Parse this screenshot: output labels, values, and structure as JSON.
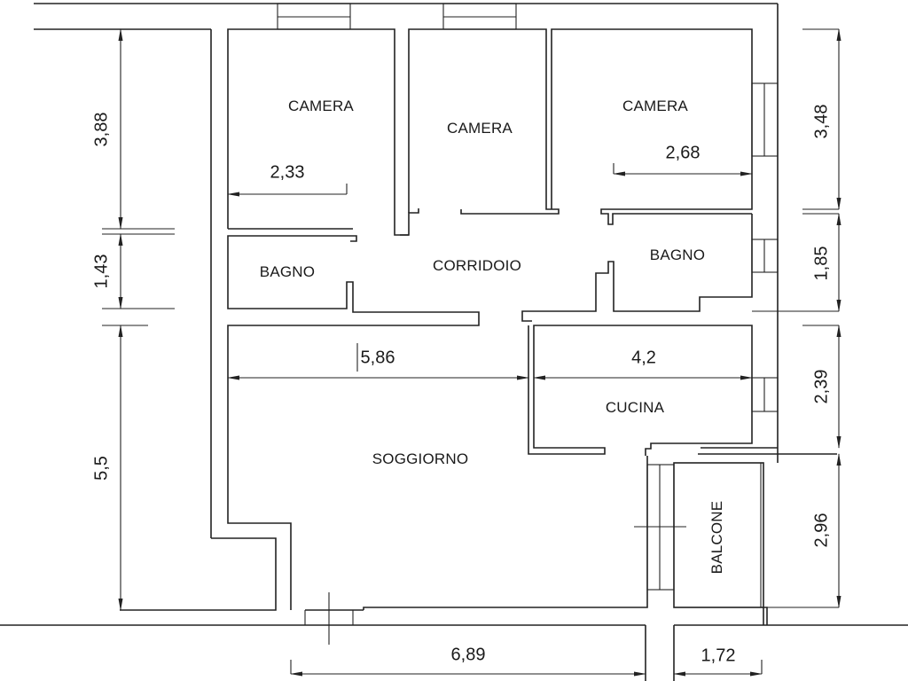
{
  "plan": {
    "rooms": {
      "camera_1": "CAMERA",
      "camera_2": "CAMERA",
      "camera_3": "CAMERA",
      "bagno_1": "BAGNO",
      "corridoio": "CORRIDOIO",
      "bagno_2": "BAGNO",
      "cucina": "CUCINA",
      "soggiorno": "SOGGIORNO",
      "balcone": "BALCONE"
    },
    "dimensions": {
      "left_camera_height": "3,88",
      "left_bagno_height": "1,43",
      "left_soggiorno_height": "5,5",
      "camera_1_width": "2,33",
      "camera_3_width": "2,68",
      "right_camera_height": "3,48",
      "right_bagno_height": "1,85",
      "soggiorno_width": "5,86",
      "cucina_width": "4,2",
      "right_cucina_height": "2,39",
      "right_balcone_height": "2,96",
      "bottom_width": "6,89",
      "balcone_width": "1,72"
    },
    "colors": {
      "line": "#222222",
      "background": "#ffffff"
    }
  }
}
